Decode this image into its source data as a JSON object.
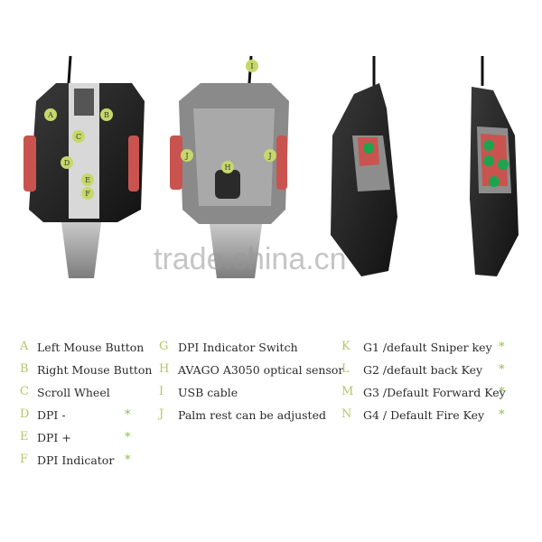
{
  "watermark": "trade.china.cn",
  "callouts": {
    "top_a": "A",
    "top_b": "B",
    "top_c": "C",
    "top_d": "D",
    "top_e": "E",
    "top_f": "F",
    "bottom_i": "I",
    "bottom_j1": "J",
    "bottom_j2": "J",
    "bottom_h": "H"
  },
  "legend": {
    "col1": [
      {
        "letter": "A",
        "text": "Left Mouse Button",
        "star": ""
      },
      {
        "letter": "B",
        "text": "Right Mouse Button",
        "star": ""
      },
      {
        "letter": "C",
        "text": "Scroll Wheel",
        "star": ""
      },
      {
        "letter": "D",
        "text": "DPI -",
        "star": "*"
      },
      {
        "letter": "E",
        "text": "DPI +",
        "star": "*"
      },
      {
        "letter": "F",
        "text": "DPI  Indicator",
        "star": "*"
      }
    ],
    "col2": [
      {
        "letter": "G",
        "text": "DPI Indicator Switch"
      },
      {
        "letter": "H",
        "text": "AVAGO A3050 optical sensor"
      },
      {
        "letter": "I",
        "text": "USB cable"
      },
      {
        "letter": "J",
        "text": "Palm rest can be adjusted"
      }
    ],
    "col3": [
      {
        "letter": "K",
        "text": "G1 /default Sniper key",
        "star": "*"
      },
      {
        "letter": "L",
        "text": "G2 /default back Key",
        "star": "*"
      },
      {
        "letter": "M",
        "text": "G3 /Default Forward Key",
        "star": "*"
      },
      {
        "letter": "N",
        "text": "G4 / Default Fire Key",
        "star": "*"
      }
    ]
  },
  "colors": {
    "callout": "#c7d86a",
    "star": "#8ec34a",
    "green_dot": "#1fa34f",
    "red_button": "#c9544f"
  }
}
